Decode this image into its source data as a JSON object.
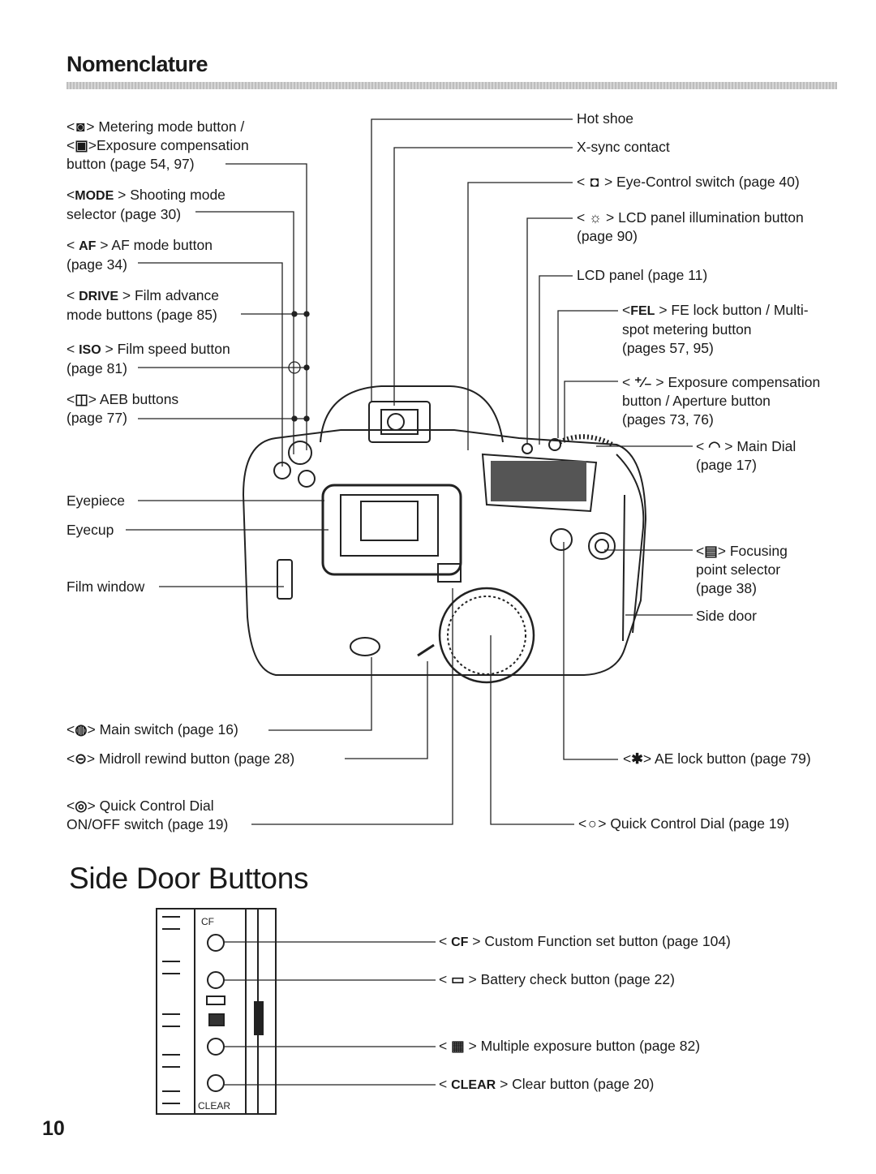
{
  "section_title": "Nomenclature",
  "side_title": "Side Door Buttons",
  "page_number": "10",
  "labels_left": [
    {
      "glyph": "◙",
      "lines": [
        "> Metering mode button /"
      ]
    },
    {
      "glyph": "▣",
      "lines": [
        ">Exposure compensation",
        "button (page 54, 97)"
      ]
    },
    {
      "glyph": "MODE",
      "lines": [
        "> Shooting mode",
        "selector (page 30)"
      ]
    },
    {
      "glyph": "AF",
      "lines": [
        "> AF mode button",
        "(page 34)"
      ]
    },
    {
      "glyph": "DRIVE",
      "lines": [
        "> Film advance",
        "mode buttons (page 85)"
      ]
    },
    {
      "glyph": "ISO",
      "lines": [
        "> Film speed button",
        "(page 81)"
      ]
    },
    {
      "glyph": "◫",
      "lines": [
        "> AEB buttons",
        "(page 77)"
      ]
    },
    {
      "glyph": "",
      "lines": [
        "Eyepiece"
      ]
    },
    {
      "glyph": "",
      "lines": [
        "Eyecup"
      ]
    },
    {
      "glyph": "",
      "lines": [
        "Film window"
      ]
    }
  ],
  "labels_right": [
    {
      "glyph": "",
      "lines": [
        "Hot shoe"
      ]
    },
    {
      "glyph": "",
      "lines": [
        "X-sync contact"
      ]
    },
    {
      "glyph": "◘",
      "lines": [
        "> Eye-Control switch (page 40)"
      ]
    },
    {
      "glyph": "☼",
      "lines": [
        "> LCD panel illumination button",
        "(page 90)"
      ]
    },
    {
      "glyph": "",
      "lines": [
        "LCD panel (page 11)"
      ]
    },
    {
      "glyph": "FEL",
      "lines": [
        "> FE lock button / Multi-",
        "spot metering button",
        "(pages 57, 95)"
      ]
    },
    {
      "glyph": "⁺⁄₋",
      "lines": [
        "> Exposure compensation",
        "button / Aperture button",
        "(pages 73, 76)"
      ]
    },
    {
      "glyph": "◠",
      "lines": [
        "> Main Dial",
        "(page 17)"
      ]
    },
    {
      "glyph": "▤",
      "lines": [
        "> Focusing",
        "point selector",
        "(page 38)"
      ]
    },
    {
      "glyph": "",
      "lines": [
        "Side door"
      ]
    }
  ],
  "labels_bottom": [
    {
      "glyph": "◍",
      "lines": [
        "> Main switch (page 16)"
      ]
    },
    {
      "glyph": "⊝",
      "lines": [
        "> Midroll rewind button (page 28)"
      ]
    },
    {
      "glyph": "◎",
      "lines": [
        "> Quick Control Dial",
        "ON/OFF switch (page 19)"
      ]
    },
    {
      "glyph": "✱",
      "lines": [
        "> AE lock button (page 79)"
      ]
    },
    {
      "glyph": "○",
      "lines": [
        "> Quick Control Dial (page 19)"
      ]
    }
  ],
  "labels_side_door": [
    {
      "glyph": "CF",
      "lines": [
        "> Custom Function set button (page 104)"
      ]
    },
    {
      "glyph": "▭",
      "lines": [
        "> Battery check button (page 22)"
      ]
    },
    {
      "glyph": "▦",
      "lines": [
        "> Multiple exposure button (page 82)"
      ]
    },
    {
      "glyph": "CLEAR",
      "lines": [
        "> Clear button (page 20)"
      ]
    }
  ],
  "panel_text": {
    "cf": "CF",
    "clear": "CLEAR"
  }
}
